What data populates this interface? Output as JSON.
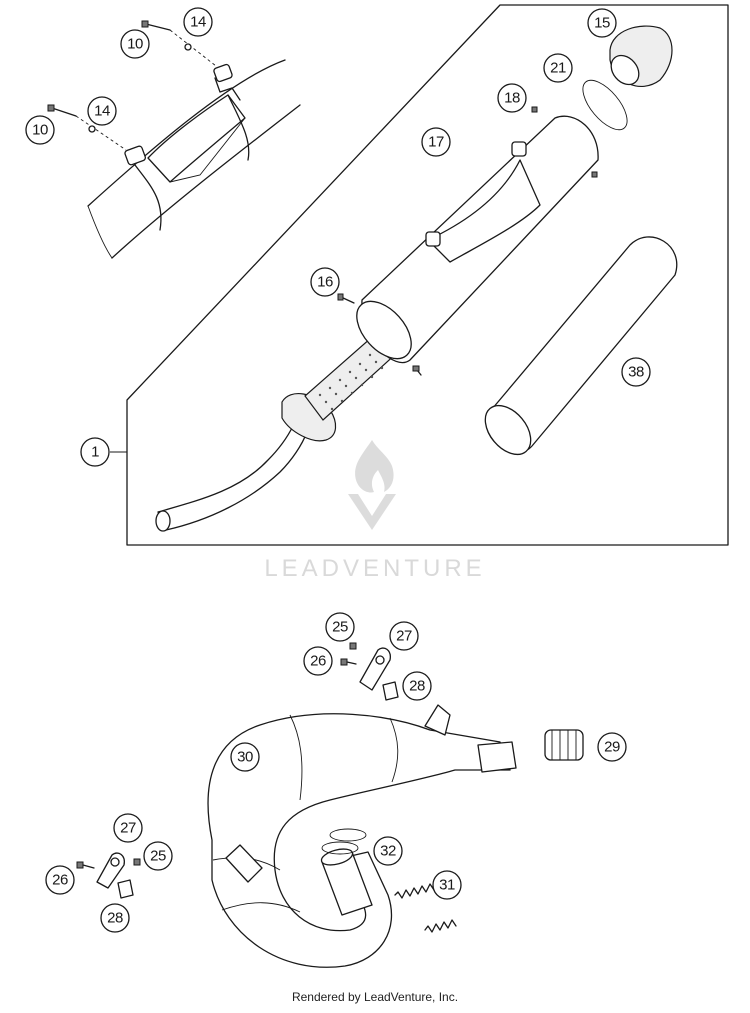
{
  "watermark": {
    "brand": "LEADVENTURE"
  },
  "footer": {
    "credit": "Rendered by LeadVenture, Inc."
  },
  "callouts": [
    "1",
    "10",
    "10",
    "14",
    "14",
    "15",
    "16",
    "17",
    "18",
    "21",
    "38",
    "25",
    "25",
    "26",
    "26",
    "27",
    "27",
    "28",
    "28",
    "29",
    "30",
    "31",
    "32"
  ]
}
